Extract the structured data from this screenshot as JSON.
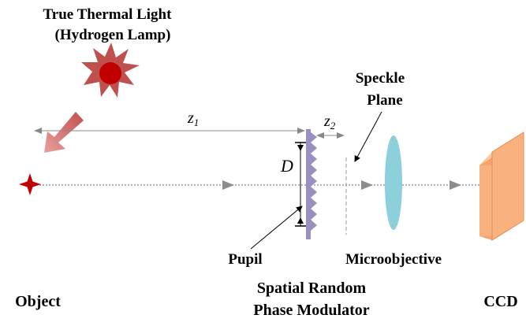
{
  "labels": {
    "source_line1": "True Thermal Light",
    "source_line2": "(Hydrogen Lamp)",
    "speckle_line1": "Speckle",
    "speckle_line2": "Plane",
    "pupil": "Pupil",
    "microobjective": "Microobjective",
    "modulator_line1": "Spatial Random",
    "modulator_line2": "Phase Modulator",
    "object": "Object",
    "ccd": "CCD",
    "z1_symbol": "z",
    "z1_sub": "1",
    "z2_symbol": "z",
    "z2_sub": "2",
    "aperture_symbol": "D"
  },
  "colors": {
    "lamp_star": "#c0504d",
    "lamp_core": "#c00000",
    "object_star": "#c00000",
    "light_arrow_start": "#e8a09e",
    "light_arrow_end": "#c0504d",
    "modulator": "#9b8fbf",
    "lens": "#8ecfdc",
    "ccd_front": "#f9b27f",
    "ccd_side": "#f4a46a",
    "optical_axis": "#999999"
  }
}
